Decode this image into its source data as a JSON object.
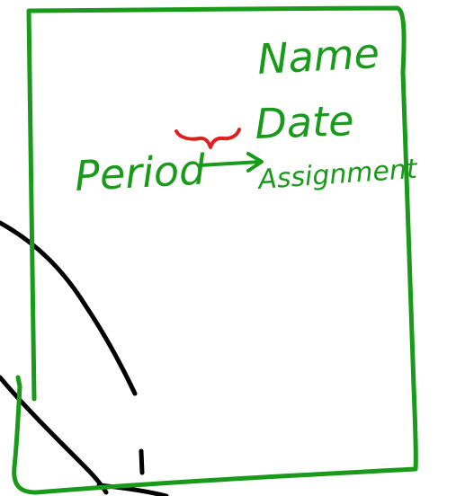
{
  "labels": {
    "name": "Name",
    "date": "Date",
    "period": "Period",
    "assignment": "Assignment"
  },
  "colors": {
    "green_ink": "#1a9a1a",
    "red_ink": "#e02020",
    "black_ink": "#000000",
    "background": "#ffffff"
  }
}
